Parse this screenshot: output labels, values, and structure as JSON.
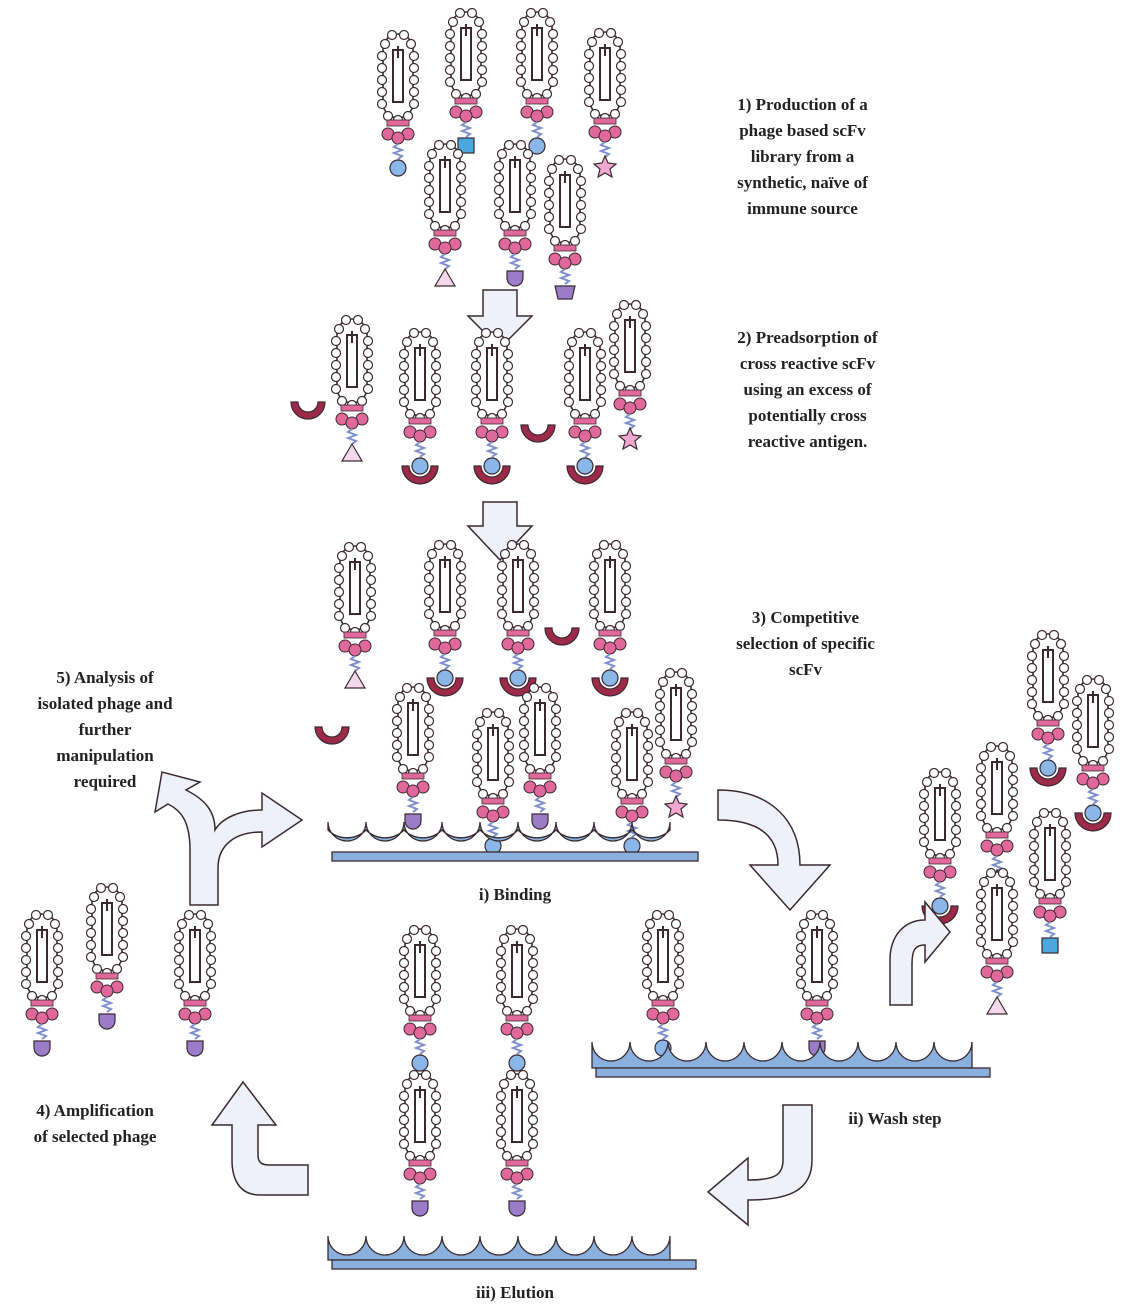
{
  "steps": {
    "production": [
      "1) Production of a",
      "phage based scFv",
      "library from a",
      "synthetic, naïve of",
      "immune source"
    ],
    "preadsorption": [
      "2) Preadsorption of",
      "cross reactive scFv",
      "using an excess of",
      "potentially cross",
      "reactive antigen."
    ],
    "competitive": [
      "3) Competitive",
      "selection of specific",
      "scFv"
    ],
    "amplification": [
      "4) Amplification",
      "of selected phage"
    ],
    "analysis": [
      "5) Analysis of",
      "isolated phage and",
      "further",
      "manipulation",
      "required"
    ]
  },
  "stages": {
    "binding": "i) Binding",
    "wash": "ii) Wash step",
    "elution": "iii) Elution"
  },
  "colors": {
    "coat": "#ffffff",
    "coat_outline": "#3a2a30",
    "head": "#e0689a",
    "linker": "#9aa8d8",
    "antigen_circle": "#8ab6e8",
    "antigen_square": "#4aa8dc",
    "antigen_star": "#f0a8d0",
    "antigen_triangle": "#f4d8ee",
    "antigen_purple": "#9a7cc8",
    "cross_antigen": "#9e2a4a",
    "surface": "#8ab0de",
    "arrow": "#eef0fa"
  }
}
